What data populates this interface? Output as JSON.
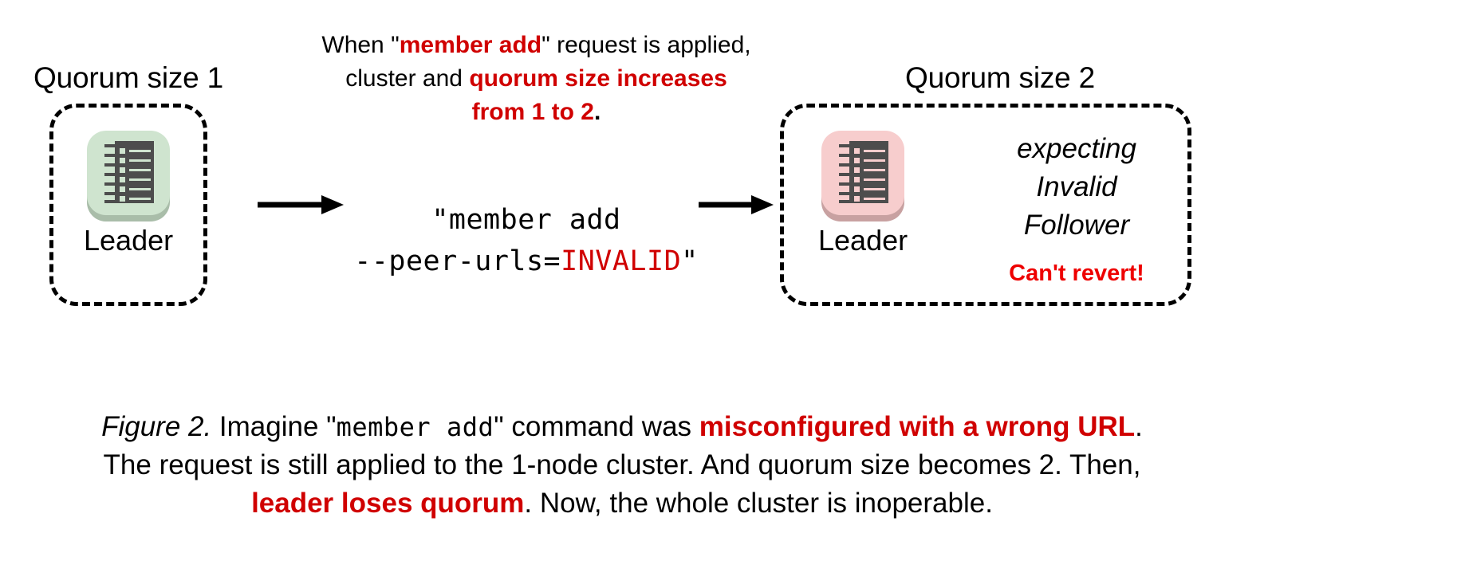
{
  "figure": {
    "left_cluster": {
      "title": "Quorum size 1",
      "node_label": "Leader",
      "node_icon": "server-log-icon",
      "node_color": "#cfe4cf"
    },
    "right_cluster": {
      "title": "Quorum size 2",
      "node_label": "Leader",
      "node_icon": "server-log-icon",
      "node_color": "#f7cdcd",
      "notes": [
        "expecting",
        "Invalid",
        "Follower"
      ],
      "warning": "Can't revert!"
    },
    "top_note": {
      "line1_a": "When \"",
      "line1_b": "member add",
      "line1_c": "\" request is applied,",
      "line2_a": "cluster and ",
      "line2_b": "quorum size increases",
      "line3_a": "from 1 to 2",
      "line3_b": "."
    },
    "command": {
      "line1": "\"member add",
      "line2_a": "--peer-urls=",
      "line2_b": "INVALID",
      "line2_c": "\""
    },
    "arrows": {
      "arrow1": "right-arrow-icon",
      "arrow2": "right-arrow-icon"
    },
    "caption": {
      "l1_p1": "Figure 2.",
      "l1_p2": " Imagine \"",
      "l1_p3": "member add",
      "l1_p4": "\" command was ",
      "l1_p5": "misconfigured with a wrong URL",
      "l1_p6": ".",
      "l2": "The request is still applied to the 1-node cluster. And quorum size becomes 2. Then,",
      "l3_p1": "leader loses quorum",
      "l3_p2": ". Now, the whole cluster is inoperable."
    },
    "colors": {
      "accent_red": "#d00000",
      "warning_red": "#ee0000",
      "node_icon_dark": "#4d4d4d",
      "stroke_black": "#000000"
    }
  }
}
